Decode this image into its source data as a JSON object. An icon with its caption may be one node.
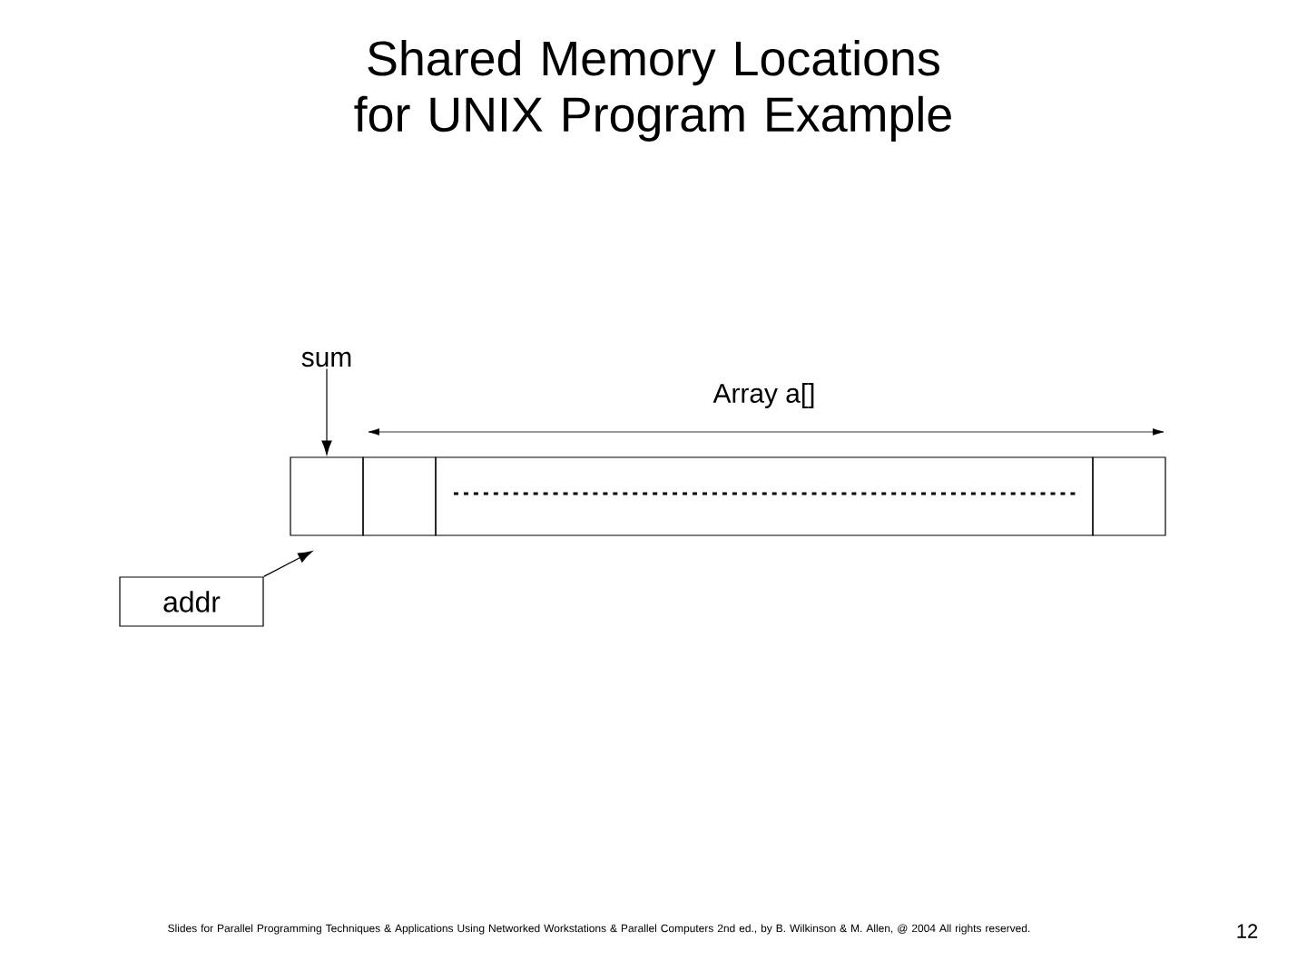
{
  "diagram": {
    "title": "Shared Memory Locations for UNIX Program Example",
    "nodes": [
      {
        "text": [
          "sum"
        ]
      },
      {
        "text": [],
        "shape": "box"
      },
      {
        "text": [],
        "shape": "box"
      },
      {
        "text": [],
        "shape": "box"
      },
      {
        "text": [],
        "shape": "box"
      },
      {
        "text": [
          "addr"
        ]
      }
    ],
    "edges": [
      {
        "from": 0,
        "to": 1,
        "arrow": "to"
      },
      {
        "from": 5,
        "to": 1,
        "arrow": "to"
      }
    ],
    "labels": [
      "Array a[]",
      "Slides for Parallel Programming Techniques & Applications Using Networked Workstations & Parallel Computers 2nd ed., by B. Wilkinson & M. Allen, @ 2004 All rights reserved.",
      "12"
    ]
  }
}
